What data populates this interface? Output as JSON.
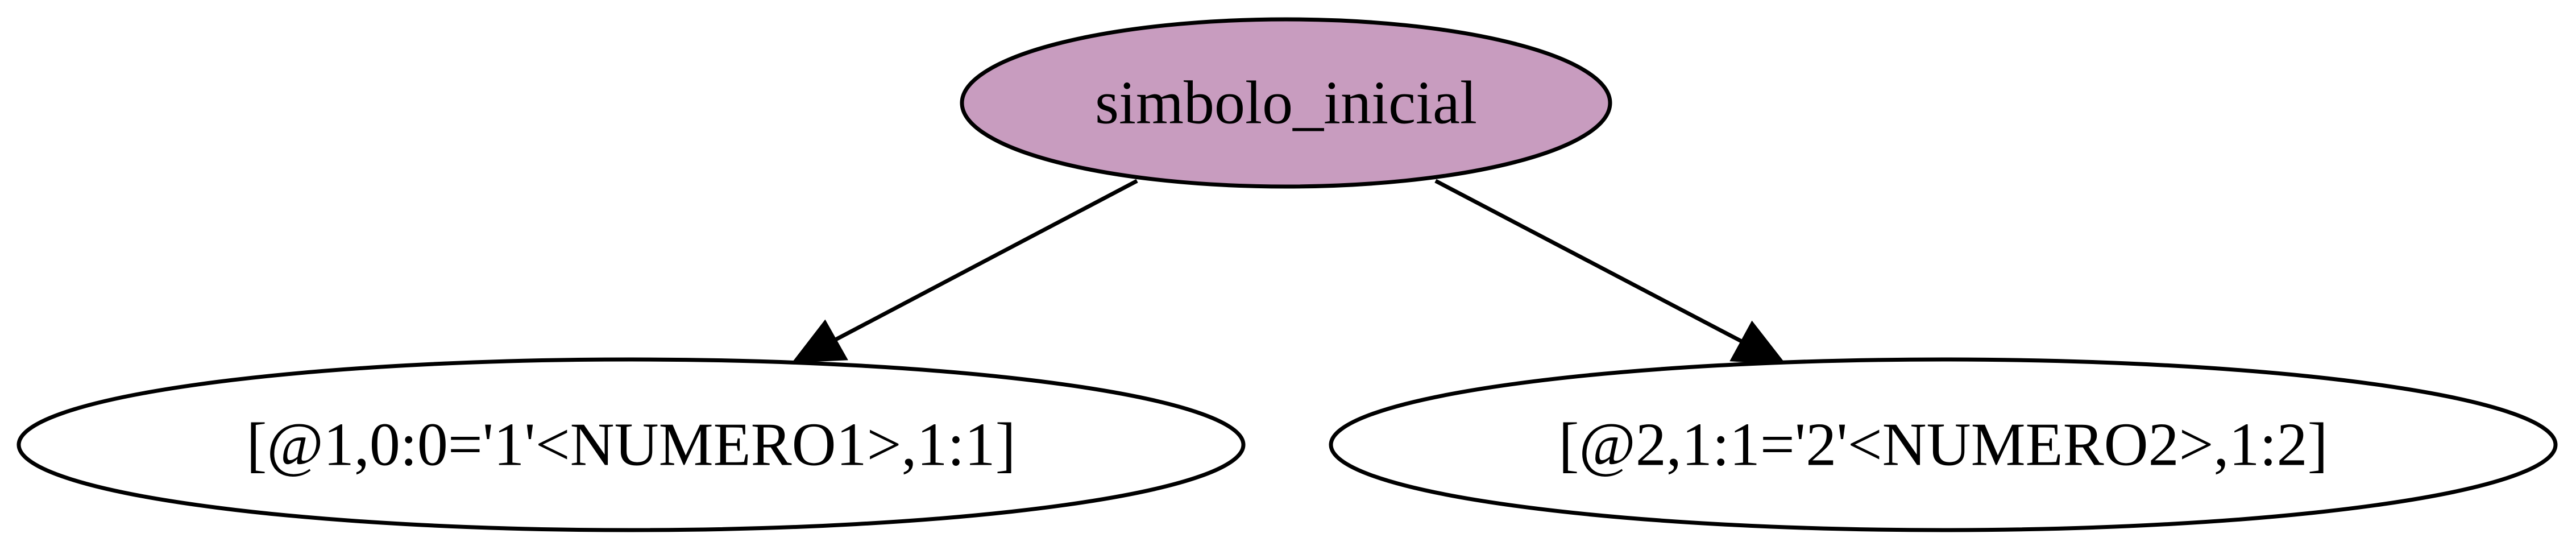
{
  "diagram": {
    "root": {
      "label": "simbolo_inicial",
      "fill": "#c89cbf"
    },
    "children": [
      {
        "label": "[@1,0:0='1'<NUMERO1>,1:1]",
        "fill": "#ffffff"
      },
      {
        "label": "[@2,1:1='2'<NUMERO2>,1:2]",
        "fill": "#ffffff"
      }
    ]
  }
}
